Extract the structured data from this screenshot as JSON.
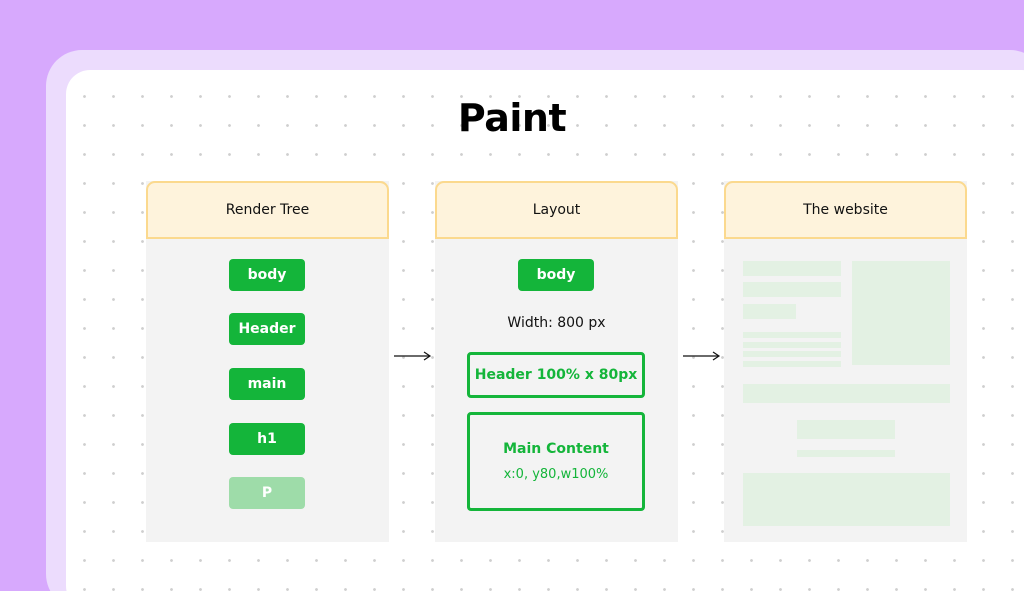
{
  "title": "Paint",
  "panels": [
    {
      "header": "Render Tree",
      "nodes": [
        "body",
        "Header",
        "main",
        "h1",
        "P"
      ]
    },
    {
      "header": "Layout",
      "body_label": "body",
      "width_text": "Width: 800 px",
      "header_box": "Header 100% x 80px",
      "main_box_title": "Main Content",
      "main_box_sub": "x:0, y80,w100%"
    },
    {
      "header": "The website"
    }
  ],
  "colors": {
    "background": "#d7a9fd",
    "accent_green": "#14b53a",
    "faded_green": "#9edca9",
    "header_fill": "#fef3dc",
    "header_border": "#fbd98e",
    "wireframe_block": "#e3f1e3"
  }
}
